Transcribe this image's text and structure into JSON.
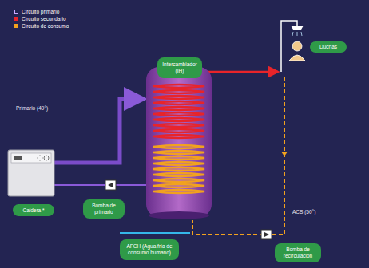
{
  "diagram": {
    "nodes": [
      {
        "text": [
          "Intercambiador (IH)"
        ]
      },
      {
        "text": [
          "Duchas"
        ]
      },
      {
        "text": [
          "Caldera *"
        ]
      },
      {
        "text": [
          "Bomba de primario"
        ]
      },
      {
        "text": [
          "AFCH (Agua fría de consumo humano)"
        ]
      },
      {
        "text": [
          "Bomba de recirculación"
        ]
      }
    ],
    "labels": [
      "Primario (49°)",
      "ACS (50°)"
    ],
    "legend": [
      {
        "text": "Circuito primario",
        "color": "#c9a8ff"
      },
      {
        "text": "Circuito secundario",
        "color": "#e8242a"
      },
      {
        "text": "Circuito de consumo",
        "color": "#f2a21e"
      }
    ]
  }
}
